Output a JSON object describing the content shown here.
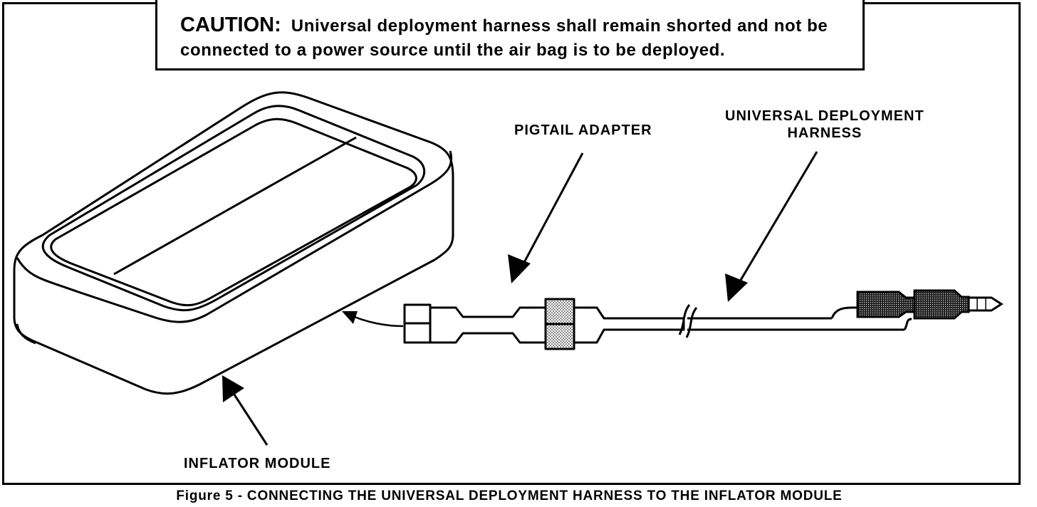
{
  "caution": {
    "heading": "CAUTION:",
    "text": "Universal deployment harness shall remain shorted and not be connected to a power source until the air bag is to be deployed."
  },
  "labels": {
    "pigtail_adapter": "PIGTAIL ADAPTER",
    "harness_line1": "UNIVERSAL DEPLOYMENT",
    "harness_line2": "HARNESS",
    "inflator_module": "INFLATOR MODULE"
  },
  "caption": "Figure 5 - CONNECTING THE UNIVERSAL DEPLOYMENT HARNESS TO THE INFLATOR MODULE"
}
